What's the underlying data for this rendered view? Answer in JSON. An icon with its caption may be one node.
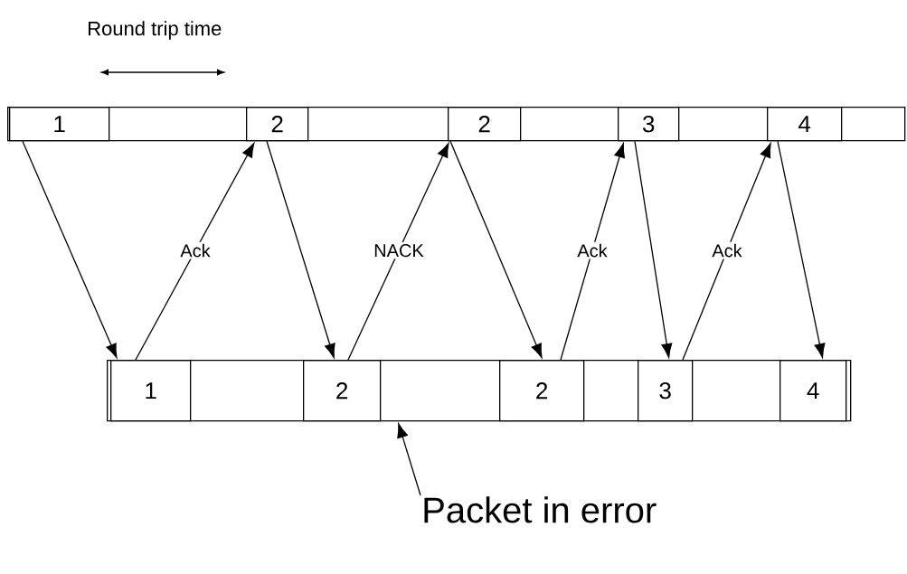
{
  "diagram": {
    "nodes": [
      {
        "text": [],
        "shape": "bar"
      },
      {
        "text": [
          "1"
        ],
        "in": 0
      },
      {
        "text": [
          "2"
        ],
        "in": 0
      },
      {
        "text": [
          "2"
        ],
        "in": 0
      },
      {
        "text": [
          "3"
        ],
        "in": 0
      },
      {
        "text": [
          "4"
        ],
        "in": 0
      },
      {
        "text": [],
        "shape": "bar"
      },
      {
        "text": [
          "1"
        ],
        "in": 6
      },
      {
        "text": [
          "2"
        ],
        "in": 6
      },
      {
        "text": [
          "2"
        ],
        "in": 6
      },
      {
        "text": [
          "3"
        ],
        "in": 6
      },
      {
        "text": [
          "4"
        ],
        "in": 6
      },
      {
        "text": [
          "Packet in error"
        ]
      }
    ],
    "edges": [
      {
        "from": 1,
        "to": 7,
        "arrow": "to"
      },
      {
        "from": 7,
        "to": 2,
        "arrow": "to",
        "label": "Ack"
      },
      {
        "from": 2,
        "to": 8,
        "arrow": "to"
      },
      {
        "from": 8,
        "to": 3,
        "arrow": "to",
        "label": "NACK"
      },
      {
        "from": 3,
        "to": 9,
        "arrow": "to"
      },
      {
        "from": 9,
        "to": 4,
        "arrow": "to",
        "label": "Ack"
      },
      {
        "from": 4,
        "to": 10,
        "arrow": "to"
      },
      {
        "from": 10,
        "to": 5,
        "arrow": "to",
        "label": "Ack"
      },
      {
        "from": 5,
        "to": 11,
        "arrow": "to"
      },
      {
        "from": 12,
        "to": 6,
        "arrow": "to"
      }
    ],
    "labels": [
      "Round trip time"
    ]
  }
}
